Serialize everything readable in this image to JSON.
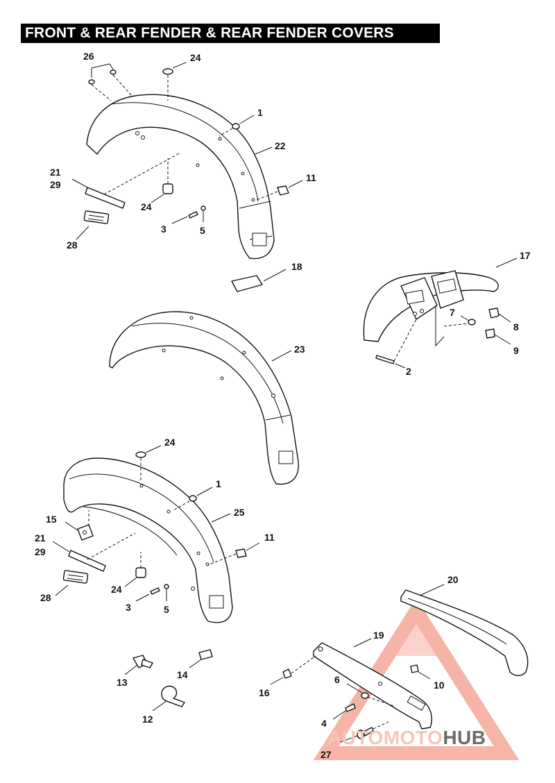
{
  "title": "FRONT & REAR FENDER & REAR FENDER COVERS",
  "watermark": {
    "part1": "AUTOMOTO",
    "part2": "HUB",
    "color_accent": "#f07860",
    "color_dark": "#555555"
  },
  "callouts": {
    "c26": "26",
    "c24a": "24",
    "c1a": "1",
    "c22": "22",
    "c11a": "11",
    "c21a": "21",
    "c29a": "29",
    "c24b": "24",
    "c3a": "3",
    "c5a": "5",
    "c28a": "28",
    "c18": "18",
    "c17": "17",
    "c7": "7",
    "c8": "8",
    "c9": "9",
    "c2": "2",
    "c23": "23",
    "c24c": "24",
    "c1b": "1",
    "c25": "25",
    "c15": "15",
    "c21b": "21",
    "c29b": "29",
    "c11b": "11",
    "c28b": "28",
    "c24d": "24",
    "c3b": "3",
    "c5b": "5",
    "c20": "20",
    "c19": "19",
    "c13": "13",
    "c14": "14",
    "c16": "16",
    "c6": "6",
    "c10": "10",
    "c12": "12",
    "c4": "4",
    "c27": "27"
  }
}
